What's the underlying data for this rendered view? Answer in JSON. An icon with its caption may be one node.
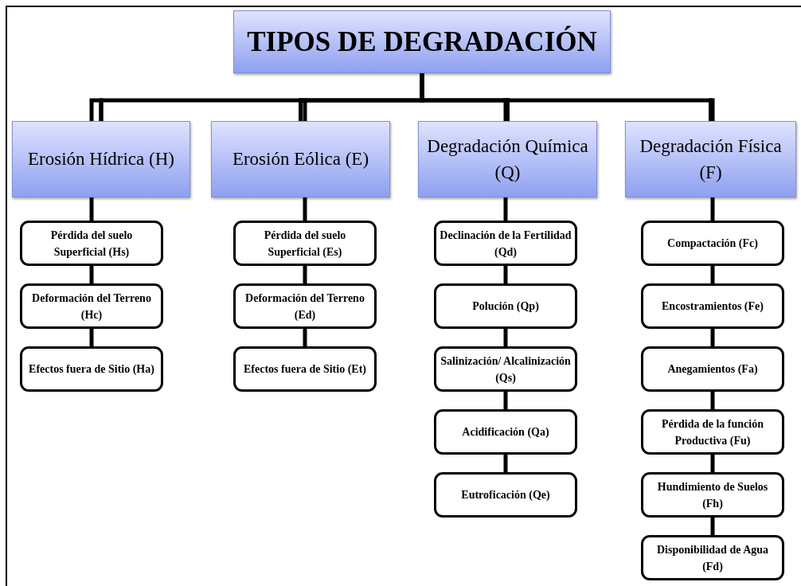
{
  "diagram": {
    "nodes": [
      {
        "text": [
          "TIPOS DE DEGRADACIÓN"
        ]
      },
      {
        "text": [
          "Erosión Hídrica (H)"
        ]
      },
      {
        "text": [
          "Erosión Eólica (E)"
        ]
      },
      {
        "text": [
          "Degradación Química (Q)"
        ]
      },
      {
        "text": [
          "Degradación Física (F)"
        ]
      },
      {
        "text": [
          "Pérdida del suelo Superficial (Hs)"
        ]
      },
      {
        "text": [
          "Deformación del Terreno (Hc)"
        ]
      },
      {
        "text": [
          "Efectos fuera de Sitio (Ha)"
        ]
      },
      {
        "text": [
          "Pérdida del suelo Superficial (Es)"
        ]
      },
      {
        "text": [
          "Deformación del Terreno (Ed)"
        ]
      },
      {
        "text": [
          "Efectos fuera de Sitio (Et)"
        ]
      },
      {
        "text": [
          "Declinación de la Fertilidad (Qd)"
        ]
      },
      {
        "text": [
          "Polución (Qp)"
        ]
      },
      {
        "text": [
          "Salinización/ Alcalinización (Qs)"
        ]
      },
      {
        "text": [
          "Acidificación (Qa)"
        ]
      },
      {
        "text": [
          "Eutroficación (Qe)"
        ]
      },
      {
        "text": [
          "Compactación (Fc)"
        ]
      },
      {
        "text": [
          "Encostramientos (Fe)"
        ]
      },
      {
        "text": [
          "Anegamientos (Fa)"
        ]
      },
      {
        "text": [
          "Pérdida de la función Productiva (Fu)"
        ]
      },
      {
        "text": [
          "Hundimiento de Suelos (Fh)"
        ]
      },
      {
        "text": [
          "Disponibilidad de Agua (Fd)"
        ]
      }
    ],
    "edges": [
      {
        "from": 0,
        "to": 1,
        "arrow": "none"
      },
      {
        "from": 0,
        "to": 2,
        "arrow": "none"
      },
      {
        "from": 0,
        "to": 3,
        "arrow": "none"
      },
      {
        "from": 0,
        "to": 4,
        "arrow": "none"
      },
      {
        "from": 1,
        "to": 5,
        "arrow": "none"
      },
      {
        "from": 5,
        "to": 6,
        "arrow": "none"
      },
      {
        "from": 6,
        "to": 7,
        "arrow": "none"
      },
      {
        "from": 2,
        "to": 8,
        "arrow": "none"
      },
      {
        "from": 8,
        "to": 9,
        "arrow": "none"
      },
      {
        "from": 9,
        "to": 10,
        "arrow": "none"
      },
      {
        "from": 3,
        "to": 11,
        "arrow": "none"
      },
      {
        "from": 11,
        "to": 12,
        "arrow": "none"
      },
      {
        "from": 12,
        "to": 13,
        "arrow": "none"
      },
      {
        "from": 13,
        "to": 14,
        "arrow": "none"
      },
      {
        "from": 14,
        "to": 15,
        "arrow": "none"
      },
      {
        "from": 4,
        "to": 16,
        "arrow": "none"
      },
      {
        "from": 16,
        "to": 17,
        "arrow": "none"
      },
      {
        "from": 17,
        "to": 18,
        "arrow": "none"
      },
      {
        "from": 18,
        "to": 19,
        "arrow": "none"
      },
      {
        "from": 19,
        "to": 20,
        "arrow": "none"
      },
      {
        "from": 20,
        "to": 21,
        "arrow": "none"
      }
    ]
  }
}
